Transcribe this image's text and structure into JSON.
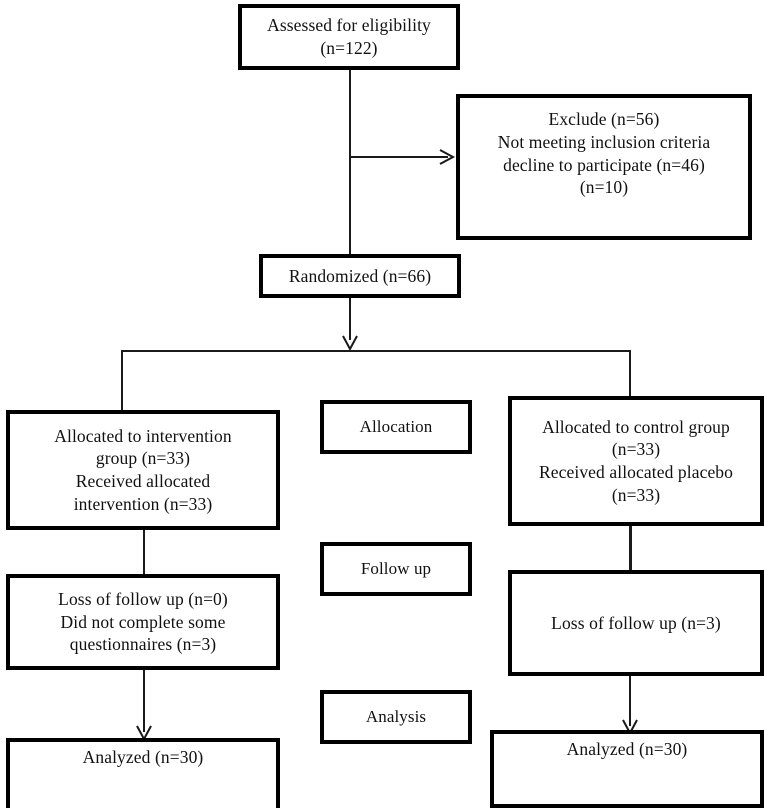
{
  "diagram": {
    "type": "consort-flow-diagram",
    "title": "CONSORT participant flow diagram",
    "colors": {
      "box_border": "#000000",
      "box_fill": "#ffffff",
      "connector": "#1a1a1a",
      "text": "#111111"
    },
    "nodes": {
      "enrollment": {
        "name": "assessed-for-eligibility",
        "text": "Assessed for eligibility\n(n=122)",
        "count": 122
      },
      "excluded": {
        "name": "excluded",
        "text": "Exclude (n=56)\nNot meeting inclusion  criteria\ndecline to participate  (n=46)\n(n=10)",
        "count": 56,
        "not_meeting_criteria": 10,
        "declined": 46
      },
      "randomized": {
        "name": "randomized",
        "text": "Randomized (n=66)",
        "count": 66
      },
      "allocation_intervention": {
        "name": "allocated-intervention",
        "text": "Allocated to intervention\ngroup (n=33)\nReceived allocated\nintervention (n=33)",
        "allocated": 33,
        "received": 33
      },
      "allocation_control": {
        "name": "allocated-control",
        "text": "Allocated to control group\n(n=33)\nReceived allocated placebo\n(n=33)",
        "allocated": 33,
        "received": 33
      },
      "followup_intervention": {
        "name": "followup-intervention",
        "text": "Loss of follow up (n=0)\nDid not complete some\nquestionnaires (n=3)",
        "lost": 0,
        "incomplete_questionnaires": 3
      },
      "followup_control": {
        "name": "followup-control",
        "text": "Loss of follow up (n=3)",
        "lost": 3
      },
      "analyzed_intervention": {
        "name": "analyzed-intervention",
        "text": "Analyzed (n=30)",
        "count": 30
      },
      "analyzed_control": {
        "name": "analyzed-control",
        "text": "Analyzed (n=30)",
        "count": 30
      }
    },
    "stage_labels": {
      "allocation": "Allocation",
      "followup": "Follow  up",
      "analysis": "Analysis"
    }
  }
}
